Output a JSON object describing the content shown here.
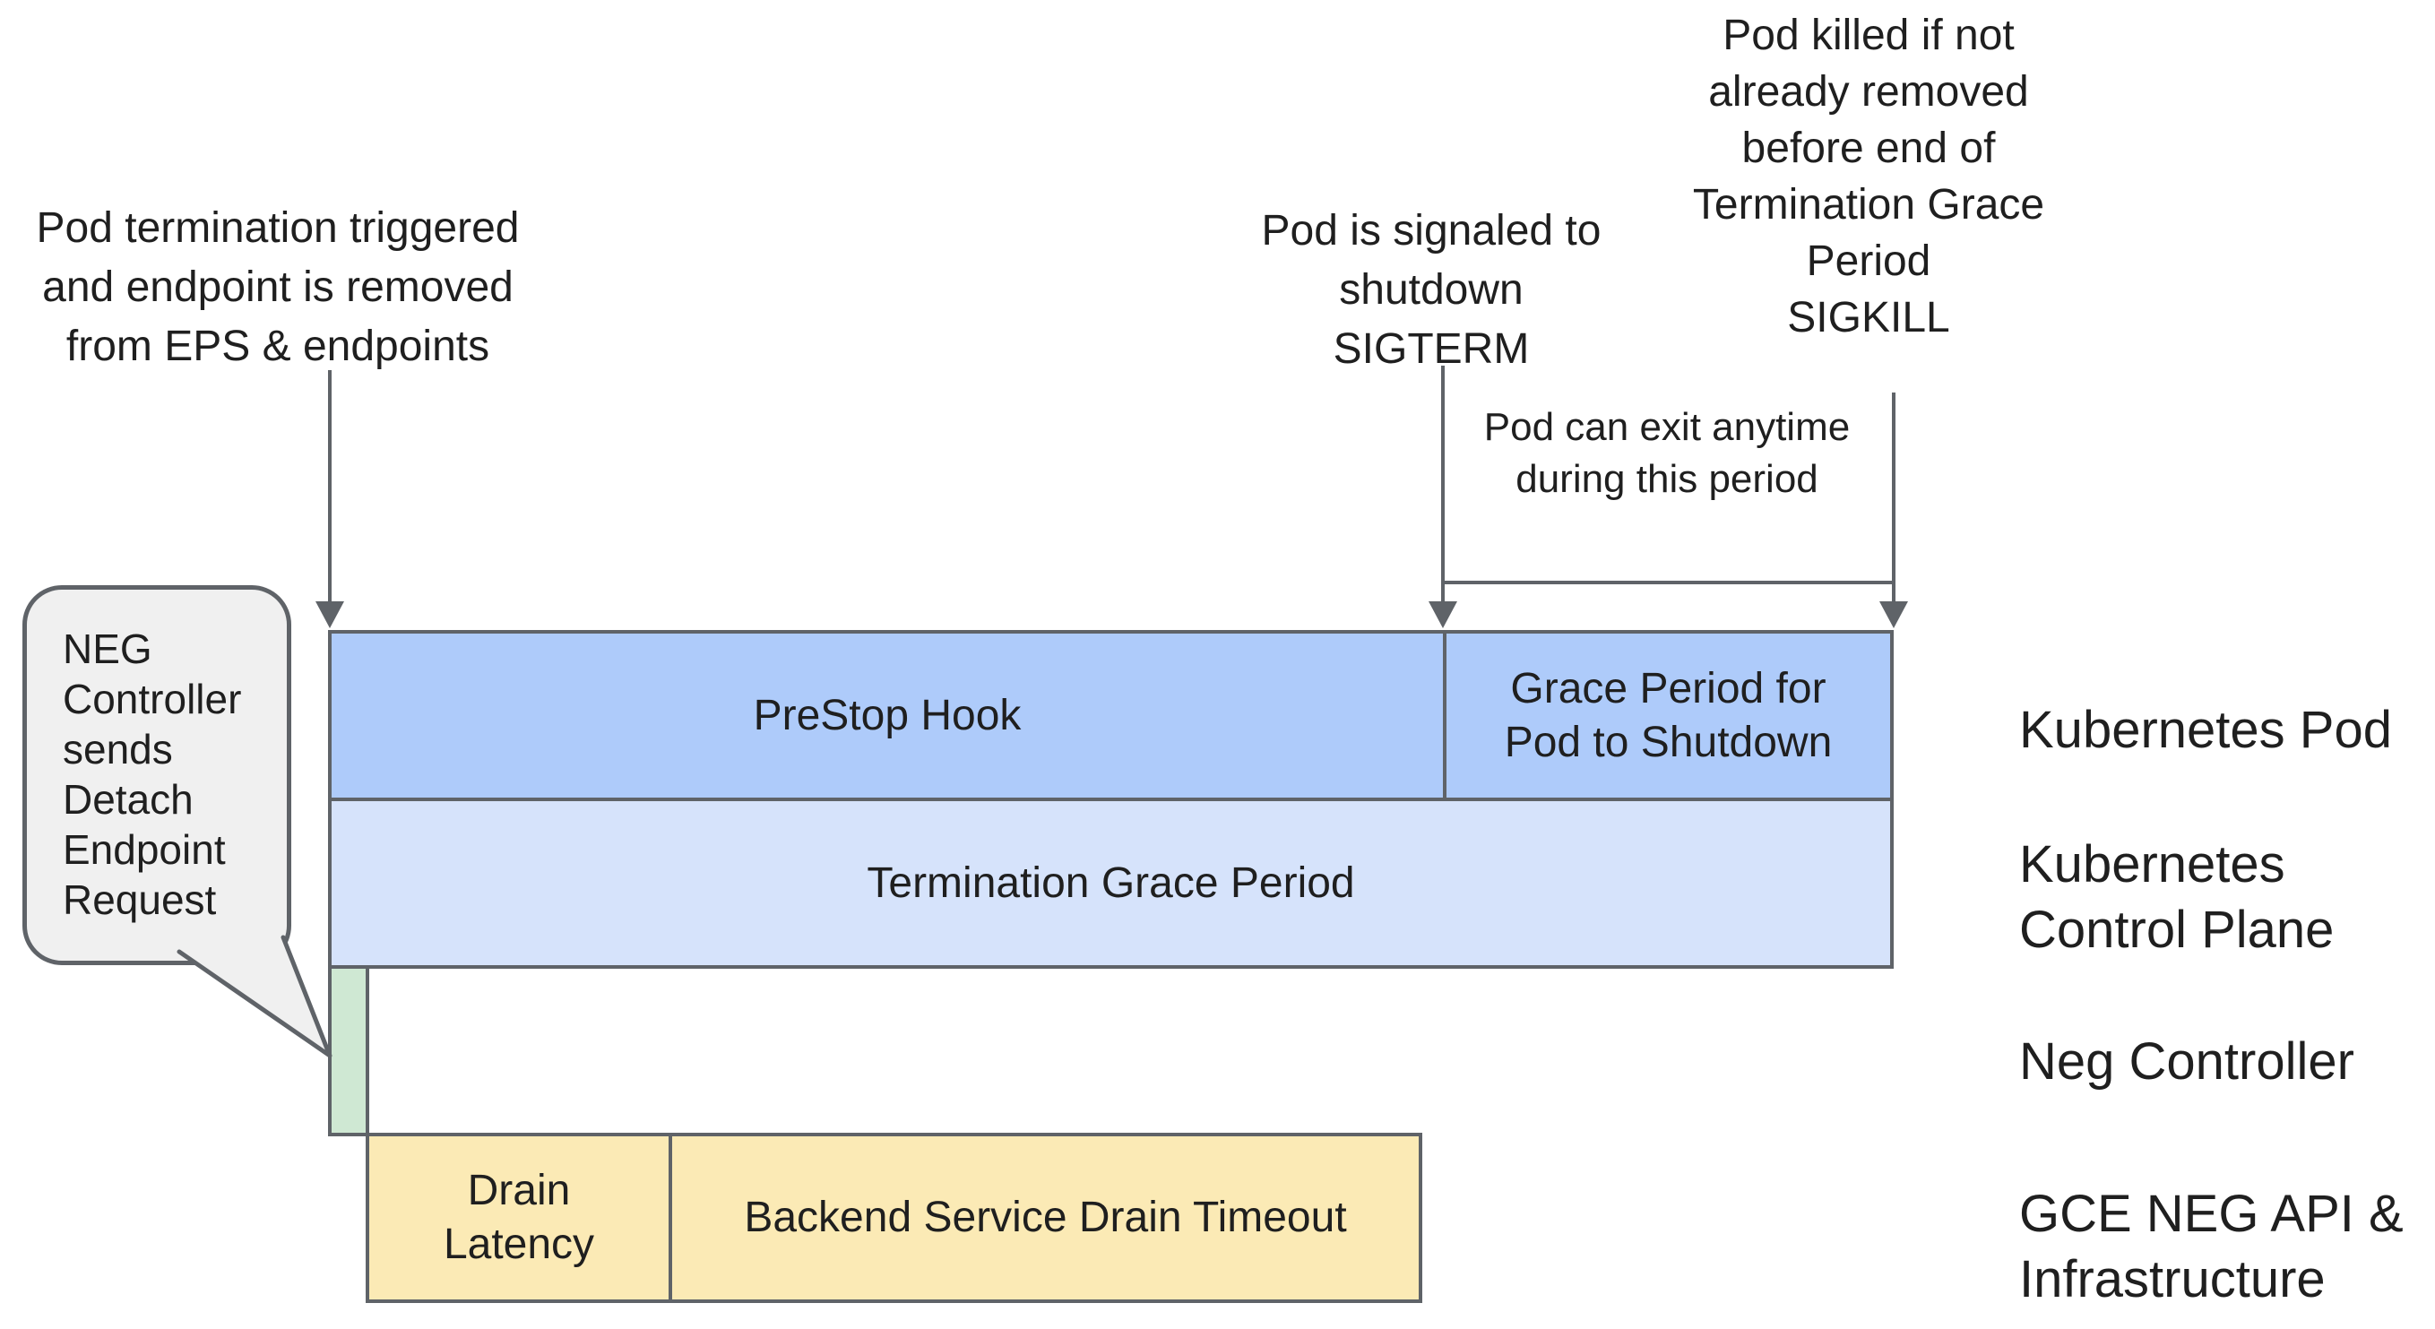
{
  "colors": {
    "bar_blue_medium": "#aecbfa",
    "bar_blue_light": "#d6e3fb",
    "bar_green": "#cfe8d3",
    "bar_yellow": "#fbeab5",
    "stroke_grey": "#5f6368",
    "callout_fill": "#f0f0f0",
    "text": "#1f1f1f",
    "background": "#ffffff"
  },
  "annotations": {
    "pod_termination": {
      "lines": [
        "Pod termination triggered",
        "and endpoint is removed",
        "from EPS & endpoints"
      ]
    },
    "sigterm": {
      "lines": [
        "Pod is signaled to",
        "shutdown",
        "SIGTERM"
      ]
    },
    "sigkill": {
      "lines": [
        "Pod killed if not",
        "already removed",
        "before end of",
        "Termination Grace",
        "Period",
        "SIGKILL"
      ]
    },
    "exit_window": {
      "lines": [
        "Pod can exit anytime",
        "during this period"
      ]
    }
  },
  "callout": {
    "text": "NEG Controller sends Detach Endpoint Request"
  },
  "timeline": {
    "prestop": {
      "label": "PreStop Hook"
    },
    "grace": {
      "lines": [
        "Grace Period for",
        "Pod to Shutdown"
      ]
    },
    "termination_grace_period": {
      "label": "Termination Grace Period"
    },
    "neg_detach": {
      "label": ""
    },
    "drain_latency": {
      "lines": [
        "Drain",
        "Latency"
      ]
    },
    "backend_drain": {
      "label": "Backend Service Drain Timeout"
    }
  },
  "row_labels": [
    {
      "lines": [
        "Kubernetes Pod"
      ]
    },
    {
      "lines": [
        "Kubernetes",
        "Control Plane"
      ]
    },
    {
      "lines": [
        "Neg Controller"
      ]
    },
    {
      "lines": [
        "GCE NEG API &",
        "Infrastructure"
      ]
    }
  ]
}
